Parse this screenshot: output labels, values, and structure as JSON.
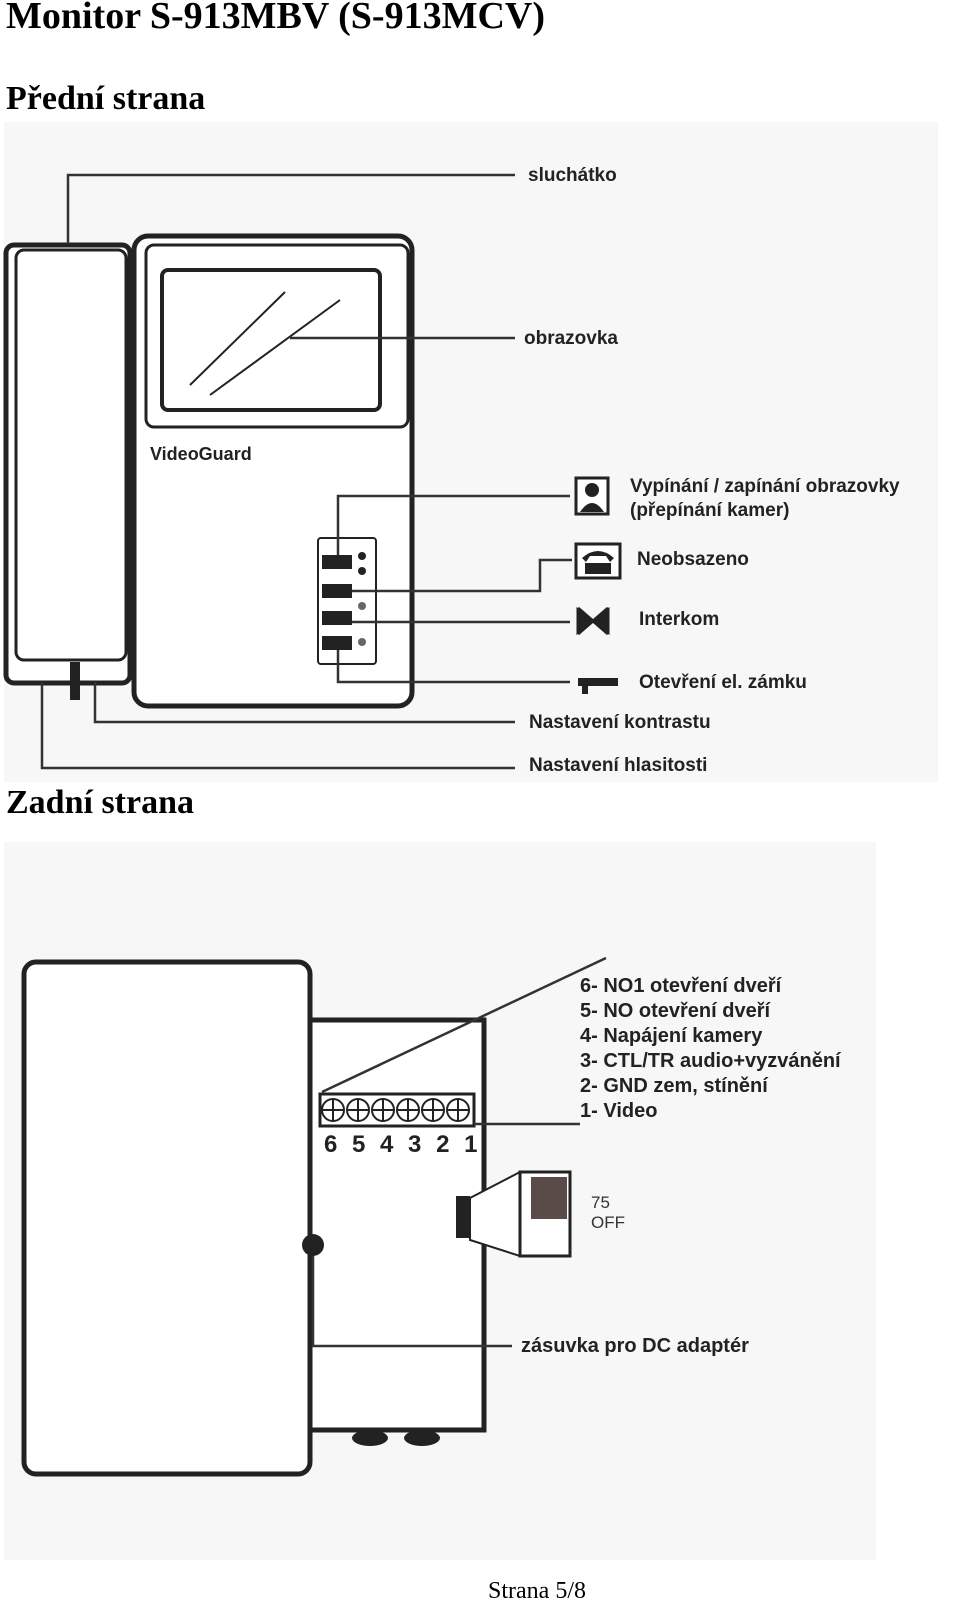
{
  "document": {
    "title": "Monitor S-913MBV (S-913MCV)",
    "section_front": "Přední strana",
    "section_back": "Zadní strana",
    "footer": "Strana 5/8"
  },
  "front": {
    "brand": "VideoGuard",
    "labels": {
      "handset": "sluchátko",
      "screen": "obrazovka",
      "screen_toggle_1": "Vypínání / zapínání obrazovky",
      "screen_toggle_2": "(přepínání kamer)",
      "unoccupied": "Neobsazeno",
      "intercom": "Interkom",
      "lock": "Otevření el. zámku",
      "contrast": "Nastavení kontrastu",
      "volume": "Nastavení hlasitosti"
    }
  },
  "back": {
    "terminals": [
      "6- NO1 otevření dveří",
      "5- NO otevření dveří",
      "4- Napájení kamery",
      "3- CTL/TR audio+vyzvánění",
      "2- GND zem, stínění",
      "1- Video"
    ],
    "terminal_numbers": "6 5 4 3 2 1",
    "switch_on": "75",
    "switch_off": "OFF",
    "dc_socket": "zásuvka pro DC adaptér"
  },
  "icons": [
    "person-icon",
    "phone-icon",
    "intercom-icon",
    "lock-key-icon"
  ]
}
